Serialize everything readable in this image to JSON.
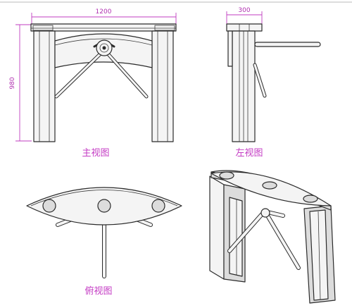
{
  "dimensions": {
    "width": "1200",
    "depth": "300",
    "height": "980"
  },
  "views": {
    "front": "主视图",
    "left": "左视图",
    "top": "俯视图"
  }
}
